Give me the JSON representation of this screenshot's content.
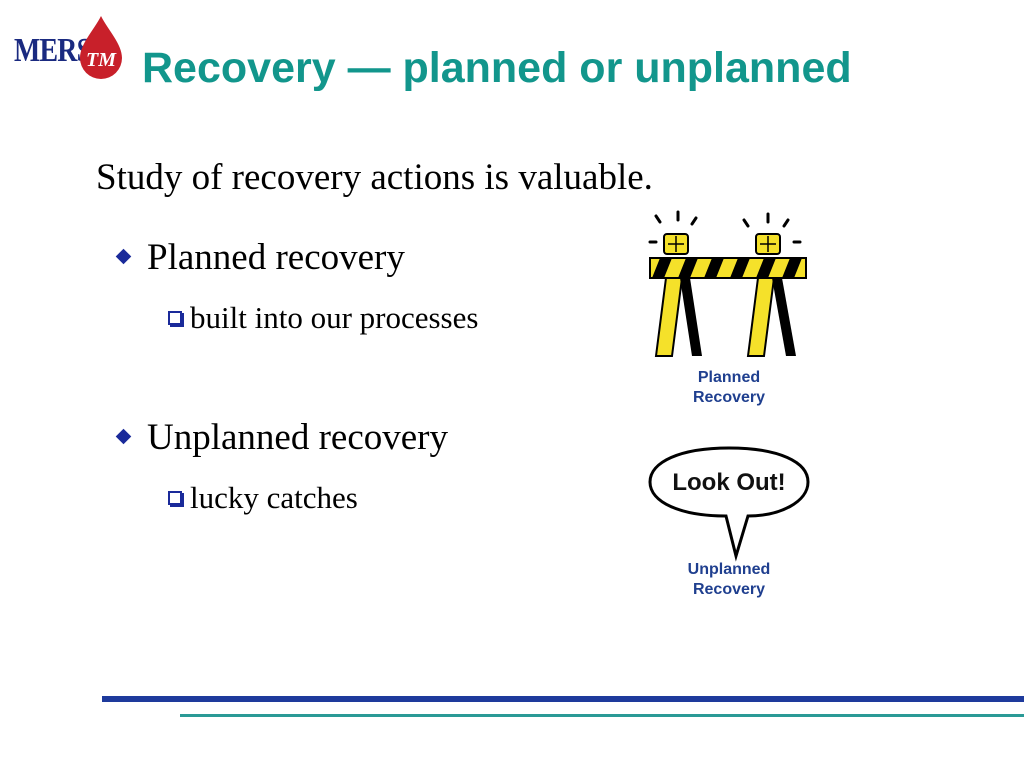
{
  "logo": {
    "text": "MERS",
    "script": "TM"
  },
  "title": "Recovery — planned or unplanned",
  "intro": "Study of recovery actions is valuable.",
  "bullets": [
    {
      "label": "Planned recovery",
      "sub": "built into our processes"
    },
    {
      "label": "Unplanned recovery",
      "sub": "lucky catches"
    }
  ],
  "illustrations": {
    "planned": {
      "label": "Planned\nRecovery"
    },
    "unplanned": {
      "bubble": "Look Out!",
      "label": "Unplanned\nRecovery"
    }
  },
  "colors": {
    "title": "#12968c",
    "bullet": "#1a2a9a",
    "rule_primary": "#1e3a9c",
    "rule_secondary": "#2a9a96",
    "logo_drop": "#c8202a"
  },
  "icons": {
    "bullet_main": "diamond-icon",
    "bullet_sub": "box-icon",
    "logo": "blood-drop-icon"
  }
}
